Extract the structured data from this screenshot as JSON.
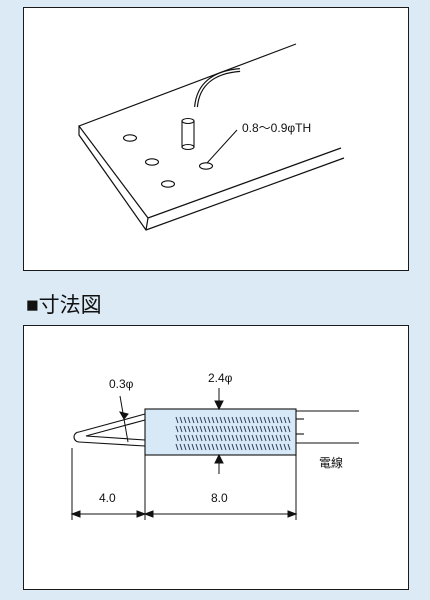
{
  "section_heading": "■寸法図",
  "top_diagram": {
    "hole_label": "0.8〜0.9φTH"
  },
  "bottom_diagram": {
    "tip_diameter": "0.3φ",
    "body_diameter": "2.4φ",
    "wire_label": "電線",
    "dim_tip_length": "4.0",
    "dim_body_length": "8.0"
  }
}
